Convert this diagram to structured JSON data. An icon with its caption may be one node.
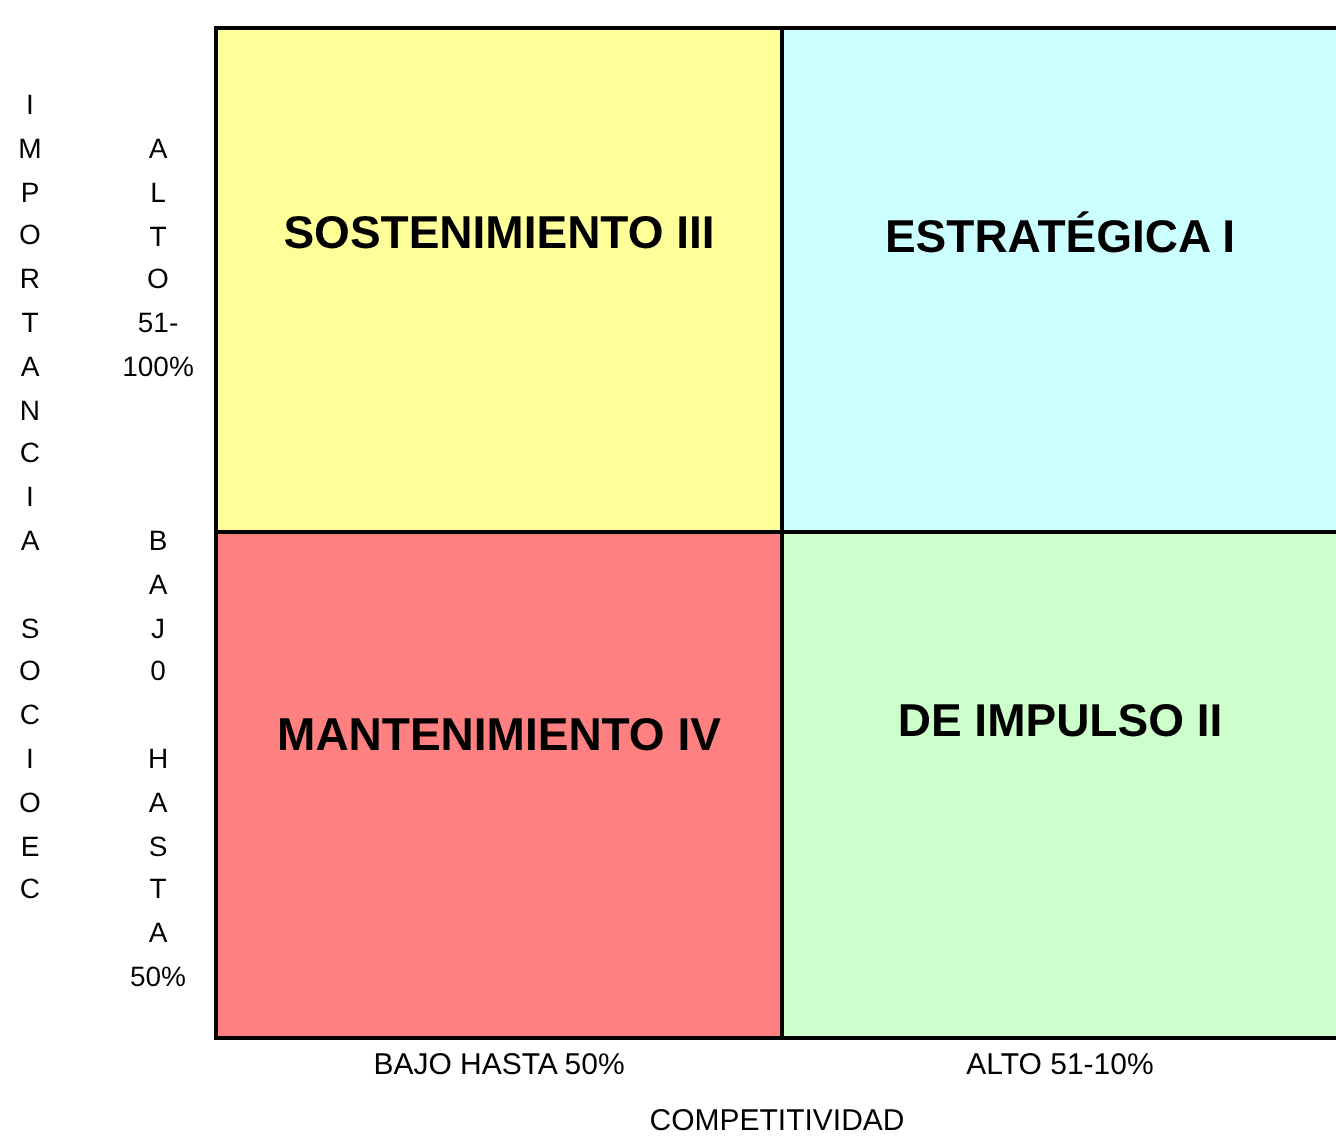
{
  "diagram": {
    "nodes": [
      {
        "text": [
          "SOSTENIMIENTO III"
        ]
      },
      {
        "text": [
          "ESTRATÉGICA I"
        ]
      },
      {
        "text": [
          "MANTENIMIENTO IV"
        ]
      },
      {
        "text": [
          "DE IMPULSO II"
        ]
      }
    ],
    "labels": [
      "IMPORTANCIA SOCIOEC",
      "ALTO 51-100%",
      "BAJ0 HASTA 50%",
      "BAJO HASTA 50%",
      "ALTO 51-10%",
      "COMPETITIVIDAD"
    ]
  }
}
